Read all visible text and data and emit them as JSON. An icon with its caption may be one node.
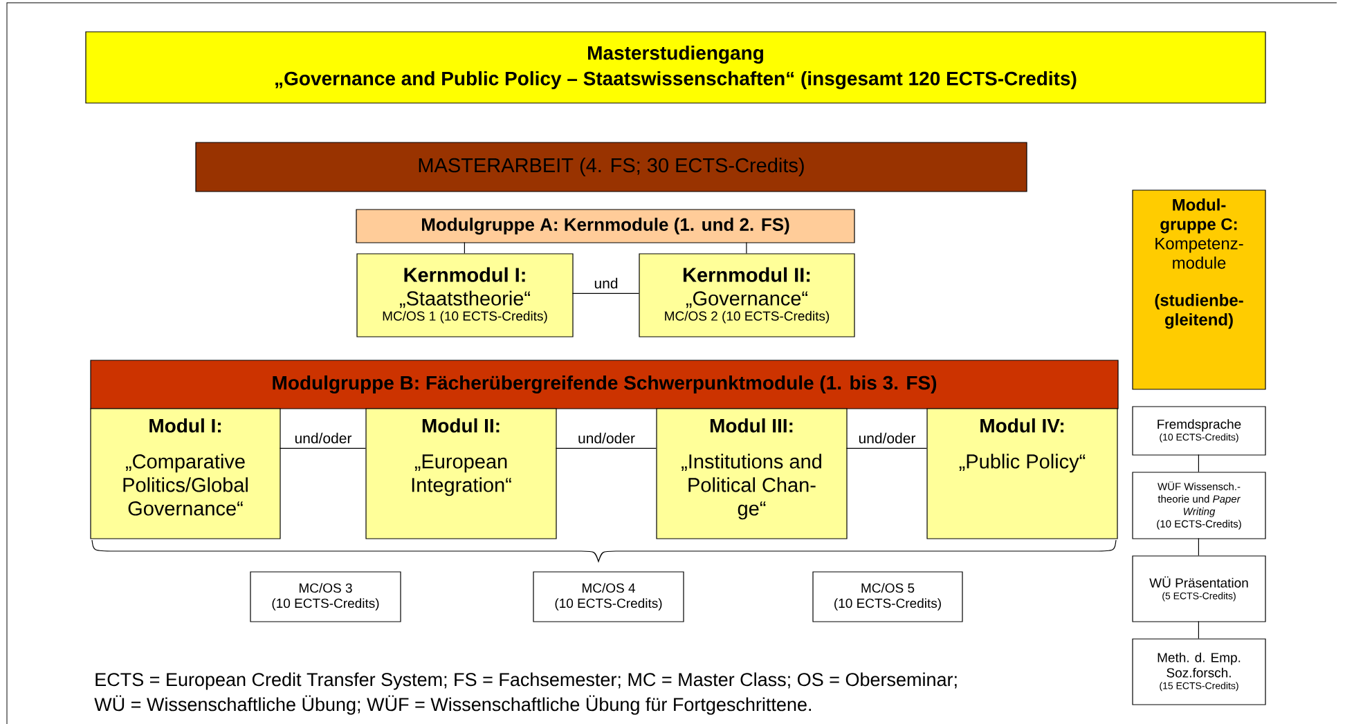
{
  "diagram": {
    "nodes": [
      {
        "text": [
          "Masterstudiengang",
          "„Governance and Public Policy – Staatswissenschaften“ (insgesamt 120 ECTS-Credits)"
        ]
      },
      {
        "text": [
          "MASTERARBEIT (4. FS; 30 ECTS-Credits)"
        ]
      },
      {
        "text": [
          "Modulgruppe A: Kernmodule (1. und 2. FS)"
        ]
      },
      {
        "text": [
          "Kernmodul I:",
          "„Staatstheorie“",
          "MC/OS 1 (10 ECTS-Credits)"
        ]
      },
      {
        "text": [
          "Kernmodul II:",
          "„Governance“",
          "MC/OS 2 (10 ECTS-Credits)"
        ]
      },
      {
        "text": [
          "Modulgruppe B: Fächerübergreifende Schwerpunktmodule (1. bis 3. FS)"
        ]
      },
      {
        "text": [
          "Modul I:",
          "„Comparative Politics/Global Governance“"
        ]
      },
      {
        "text": [
          "Modul II:",
          "„European Integration“"
        ]
      },
      {
        "text": [
          "Modul III:",
          "„Institutions and Political Chan- ge“"
        ]
      },
      {
        "text": [
          "Modul IV:",
          "„Public Policy“"
        ]
      },
      {
        "text": [
          "MC/OS 3",
          "(10 ECTS-Credits)"
        ]
      },
      {
        "text": [
          "MC/OS 4",
          "(10 ECTS-Credits)"
        ]
      },
      {
        "text": [
          "MC/OS 5",
          "(10 ECTS-Credits)"
        ]
      },
      {
        "text": [
          "**Modul- gruppe C:** Kompetenz- module",
          "(studienbe- gleitend)"
        ]
      },
      {
        "text": [
          "Fremdsprache",
          "(10 ECTS-Credits)"
        ]
      },
      {
        "text": [
          "WÜF Wissensch.- theorie und *Paper Writing*",
          "(10 ECTS-Credits)"
        ]
      },
      {
        "text": [
          "WÜ Präsentation",
          "(5 ECTS-Credits)"
        ]
      },
      {
        "text": [
          "Meth. d. Emp. Soz.forsch.",
          "(15 ECTS-Credits)"
        ]
      }
    ],
    "edges": [
      {
        "from": 2,
        "to": 3,
        "arrow": "none"
      },
      {
        "from": 2,
        "to": 4,
        "arrow": "none"
      },
      {
        "from": 3,
        "to": 4,
        "arrow": "none",
        "label": "und"
      },
      {
        "from": 6,
        "to": 7,
        "arrow": "none",
        "label": "und/oder"
      },
      {
        "from": 7,
        "to": 8,
        "arrow": "none",
        "label": "und/oder"
      },
      {
        "from": 8,
        "to": 9,
        "arrow": "none",
        "label": "und/oder"
      },
      {
        "from": 14,
        "to": 15,
        "arrow": "none"
      },
      {
        "from": 15,
        "to": 16,
        "arrow": "none"
      },
      {
        "from": 16,
        "to": 17,
        "arrow": "none"
      }
    ],
    "labels": [
      "ECTS = European Credit Transfer System; FS = Fachsemester; MC = Master Class; OS = Oberseminar;",
      "WÜ = Wissenschaftliche Übung; WÜF = Wissenschaftliche Übung für Fortgeschrittene."
    ]
  }
}
